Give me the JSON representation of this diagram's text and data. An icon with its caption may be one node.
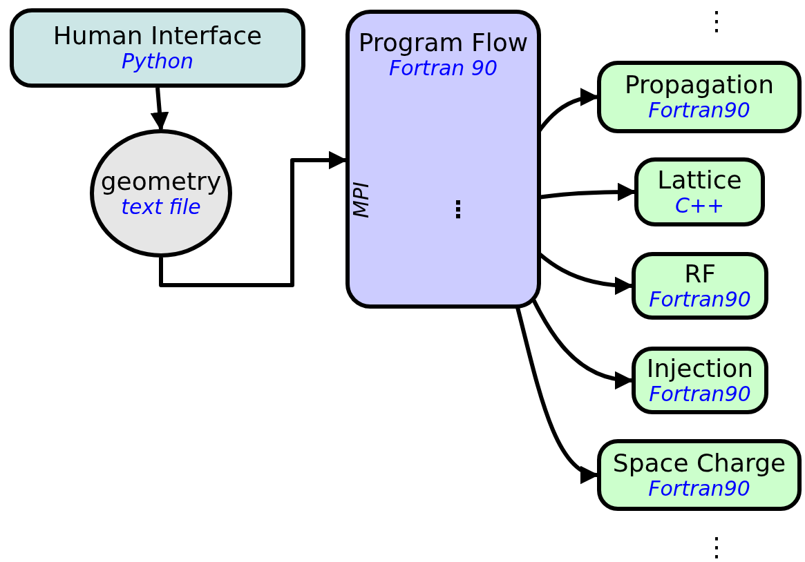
{
  "diagram": {
    "nodes": [
      {
        "text": [
          "Human Interface",
          "Python"
        ]
      },
      {
        "text": [
          "geometry",
          "text file"
        ]
      },
      {
        "text": [
          "Program Flow",
          "Fortran 90"
        ]
      },
      {
        "text": [
          "⋮"
        ],
        "in": 2
      },
      {
        "text": [
          "Propagation",
          "Fortran90"
        ]
      },
      {
        "text": [
          "Lattice",
          "C++"
        ]
      },
      {
        "text": [
          "RF",
          "Fortran90"
        ]
      },
      {
        "text": [
          "Injection",
          "Fortran90"
        ]
      },
      {
        "text": [
          "Space Charge",
          "Fortran90"
        ]
      }
    ],
    "edges": [
      {
        "from": 0,
        "to": 1,
        "arrow": "to"
      },
      {
        "from": 1,
        "to": 2,
        "arrow": "to"
      },
      {
        "from": 3,
        "to": 4,
        "arrow": "to"
      },
      {
        "from": 3,
        "to": 5,
        "arrow": "to"
      },
      {
        "from": 3,
        "to": 6,
        "arrow": "to"
      },
      {
        "from": 3,
        "to": 7,
        "arrow": "to"
      },
      {
        "from": 3,
        "to": 8,
        "arrow": "to"
      }
    ],
    "labels": [
      "⋮",
      "MPI",
      "⋮"
    ]
  }
}
